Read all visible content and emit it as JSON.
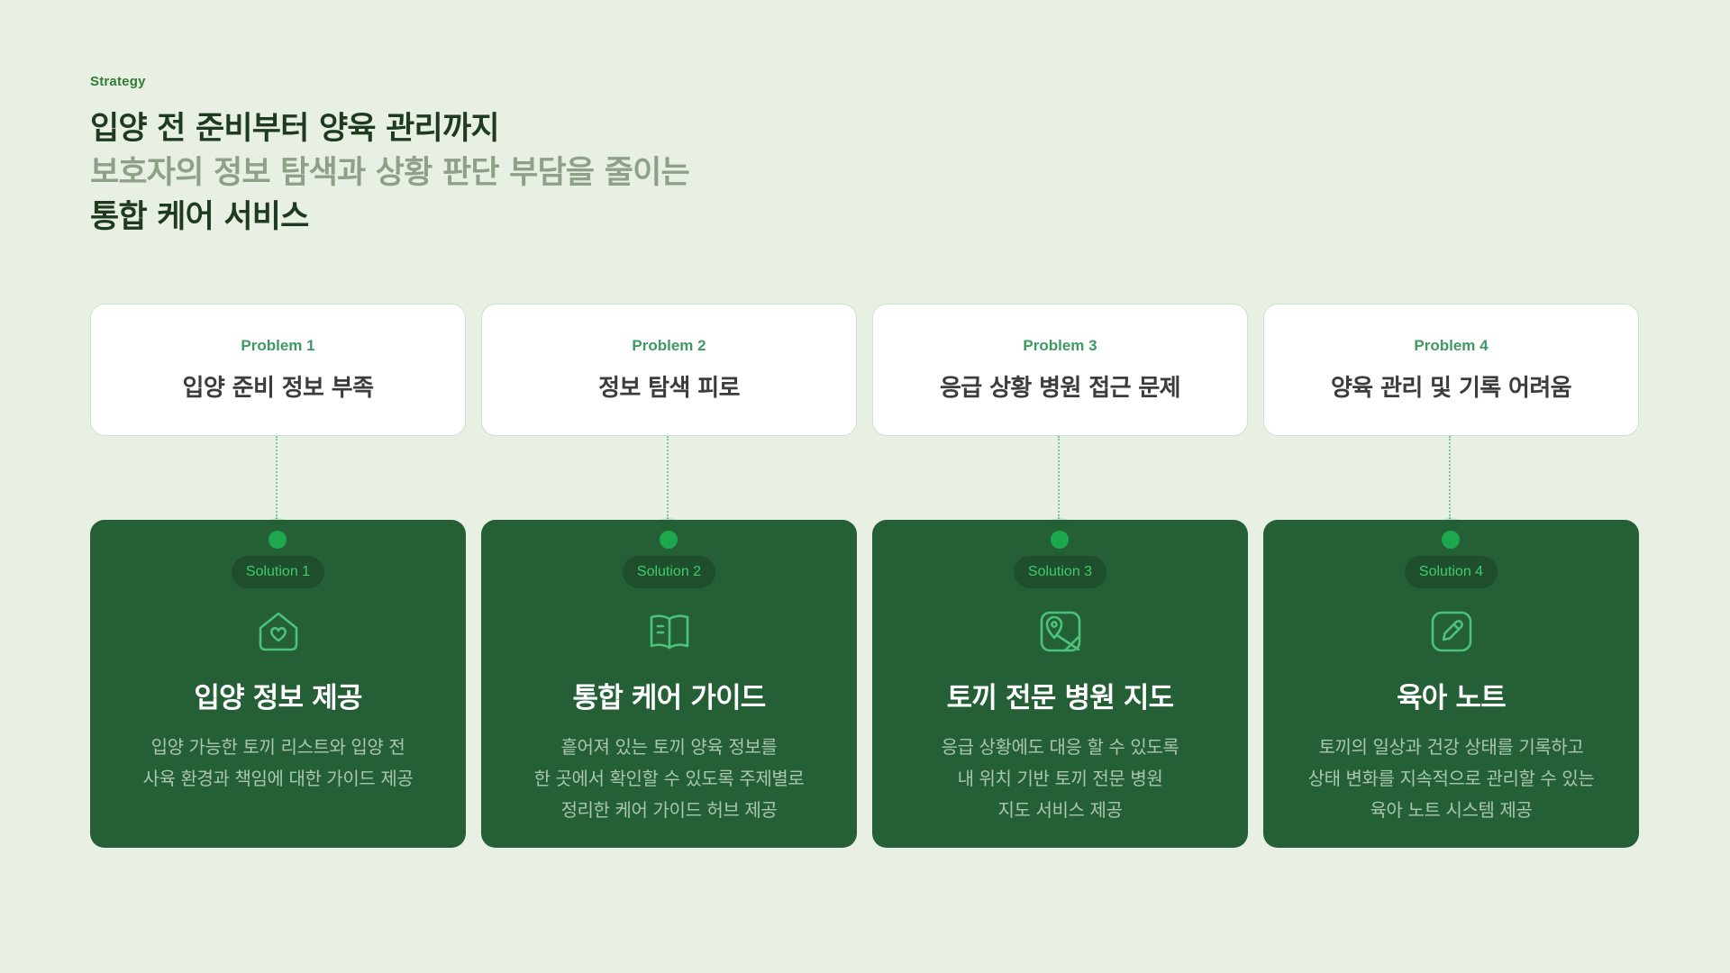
{
  "header": {
    "eyebrow": "Strategy",
    "line1": "입양 전 준비부터 양육 관리까지",
    "line2": "보호자의 정보 탐색과 상황 판단 부담을 줄이는",
    "line3": "통합 케어 서비스"
  },
  "colors": {
    "background": "#e8f0e4",
    "accent_green": "#2e7d32",
    "solution_card": "#245f36",
    "node": "#1ea84d"
  },
  "columns": [
    {
      "problem_tag": "Problem 1",
      "problem_title": "입양 준비 정보 부족",
      "solution_tag": "Solution 1",
      "icon": "home-heart-icon",
      "solution_title": "입양 정보 제공",
      "desc": [
        "입양 가능한 토끼 리스트와 입양 전",
        "사육 환경과 책임에 대한 가이드 제공"
      ]
    },
    {
      "problem_tag": "Problem 2",
      "problem_title": "정보 탐색 피로",
      "solution_tag": "Solution 2",
      "icon": "book-open-icon",
      "solution_title": "통합 케어 가이드",
      "desc": [
        "흩어져 있는 토끼 양육 정보를",
        "한 곳에서 확인할 수 있도록 주제별로",
        "정리한 케어 가이드 허브 제공"
      ]
    },
    {
      "problem_tag": "Problem 3",
      "problem_title": "응급 상황 병원 접근 문제",
      "solution_tag": "Solution 3",
      "icon": "map-pin-icon",
      "solution_title": "토끼 전문 병원 지도",
      "desc": [
        "응급 상황에도 대응 할 수 있도록",
        "내 위치 기반 토끼 전문 병원",
        "지도 서비스 제공"
      ]
    },
    {
      "problem_tag": "Problem 4",
      "problem_title": "양육 관리 및 기록 어려움",
      "solution_tag": "Solution 4",
      "icon": "pencil-square-icon",
      "solution_title": "육아 노트",
      "desc": [
        "토끼의 일상과 건강 상태를 기록하고",
        "상태 변화를 지속적으로 관리할 수 있는",
        "육아 노트 시스템 제공"
      ]
    }
  ]
}
